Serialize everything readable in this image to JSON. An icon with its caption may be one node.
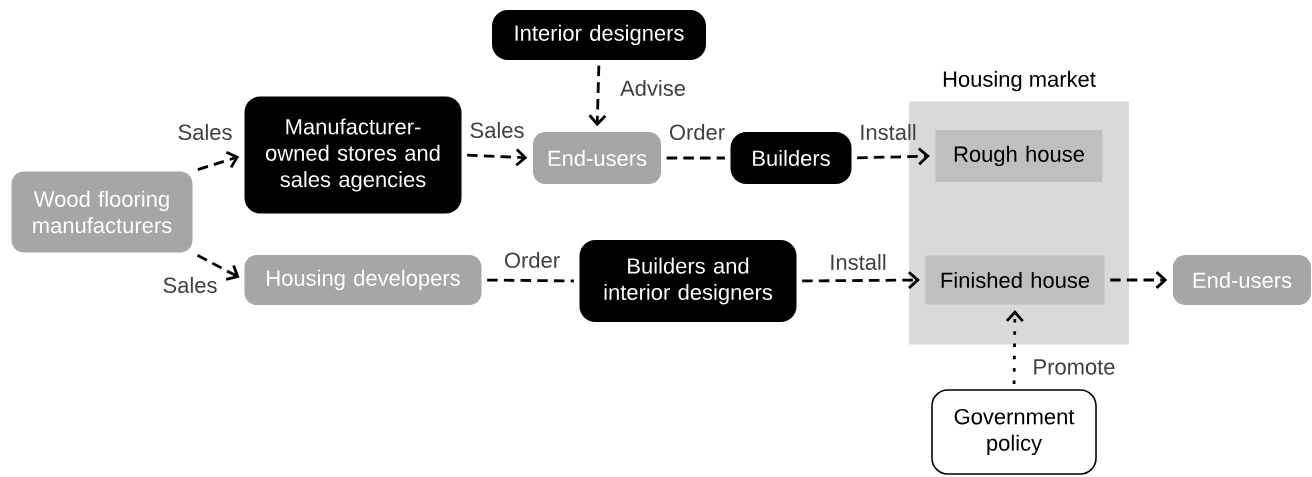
{
  "diagram": {
    "nodes": [
      {
        "text": [
          "Wood flooring manufacturers"
        ]
      },
      {
        "text": [
          "Manufacturer-owned stores and sales agencies"
        ]
      },
      {
        "text": [
          "Interior designers"
        ]
      },
      {
        "text": [
          "End-users"
        ]
      },
      {
        "text": [
          "Builders"
        ]
      },
      {
        "text": [
          "Housing market"
        ]
      },
      {
        "text": [
          "Rough house"
        ],
        "in": 5
      },
      {
        "text": [
          "Housing developers"
        ]
      },
      {
        "text": [
          "Builders and interior designers"
        ]
      },
      {
        "text": [
          "Finished house"
        ],
        "in": 5
      },
      {
        "text": [
          "End-users"
        ]
      },
      {
        "text": [
          "Government policy"
        ]
      }
    ],
    "edges": [
      {
        "from": 0,
        "to": 1,
        "arrow": "to",
        "label": "Sales",
        "style": "dashed"
      },
      {
        "from": 1,
        "to": 3,
        "arrow": "to",
        "label": "Sales",
        "style": "dashed"
      },
      {
        "from": 2,
        "to": 3,
        "arrow": "to",
        "label": "Advise",
        "style": "dashed"
      },
      {
        "from": 3,
        "to": 4,
        "arrow": "none",
        "label": "Order",
        "style": "dashed"
      },
      {
        "from": 4,
        "to": 6,
        "arrow": "to",
        "label": "Install",
        "style": "dashed"
      },
      {
        "from": 0,
        "to": 7,
        "arrow": "to",
        "label": "Sales",
        "style": "dashed"
      },
      {
        "from": 7,
        "to": 8,
        "arrow": "none",
        "label": "Order",
        "style": "dashed"
      },
      {
        "from": 8,
        "to": 9,
        "arrow": "to",
        "label": "Install",
        "style": "dashed"
      },
      {
        "from": 9,
        "to": 10,
        "arrow": "to",
        "style": "dashed"
      },
      {
        "from": 11,
        "to": 9,
        "arrow": "to",
        "label": "Promote"
      }
    ]
  }
}
